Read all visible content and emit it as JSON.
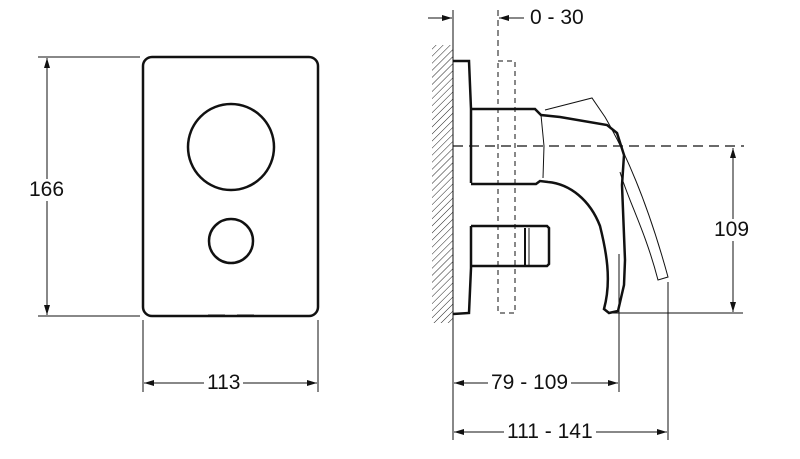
{
  "dimensions": {
    "height": "166",
    "width": "113",
    "projection_adjust": "0 - 30",
    "center_height": "109",
    "lever_depth": "79 - 109",
    "spout_depth": "111 - 141"
  },
  "colors": {
    "line": "#111111",
    "background": "#ffffff"
  }
}
